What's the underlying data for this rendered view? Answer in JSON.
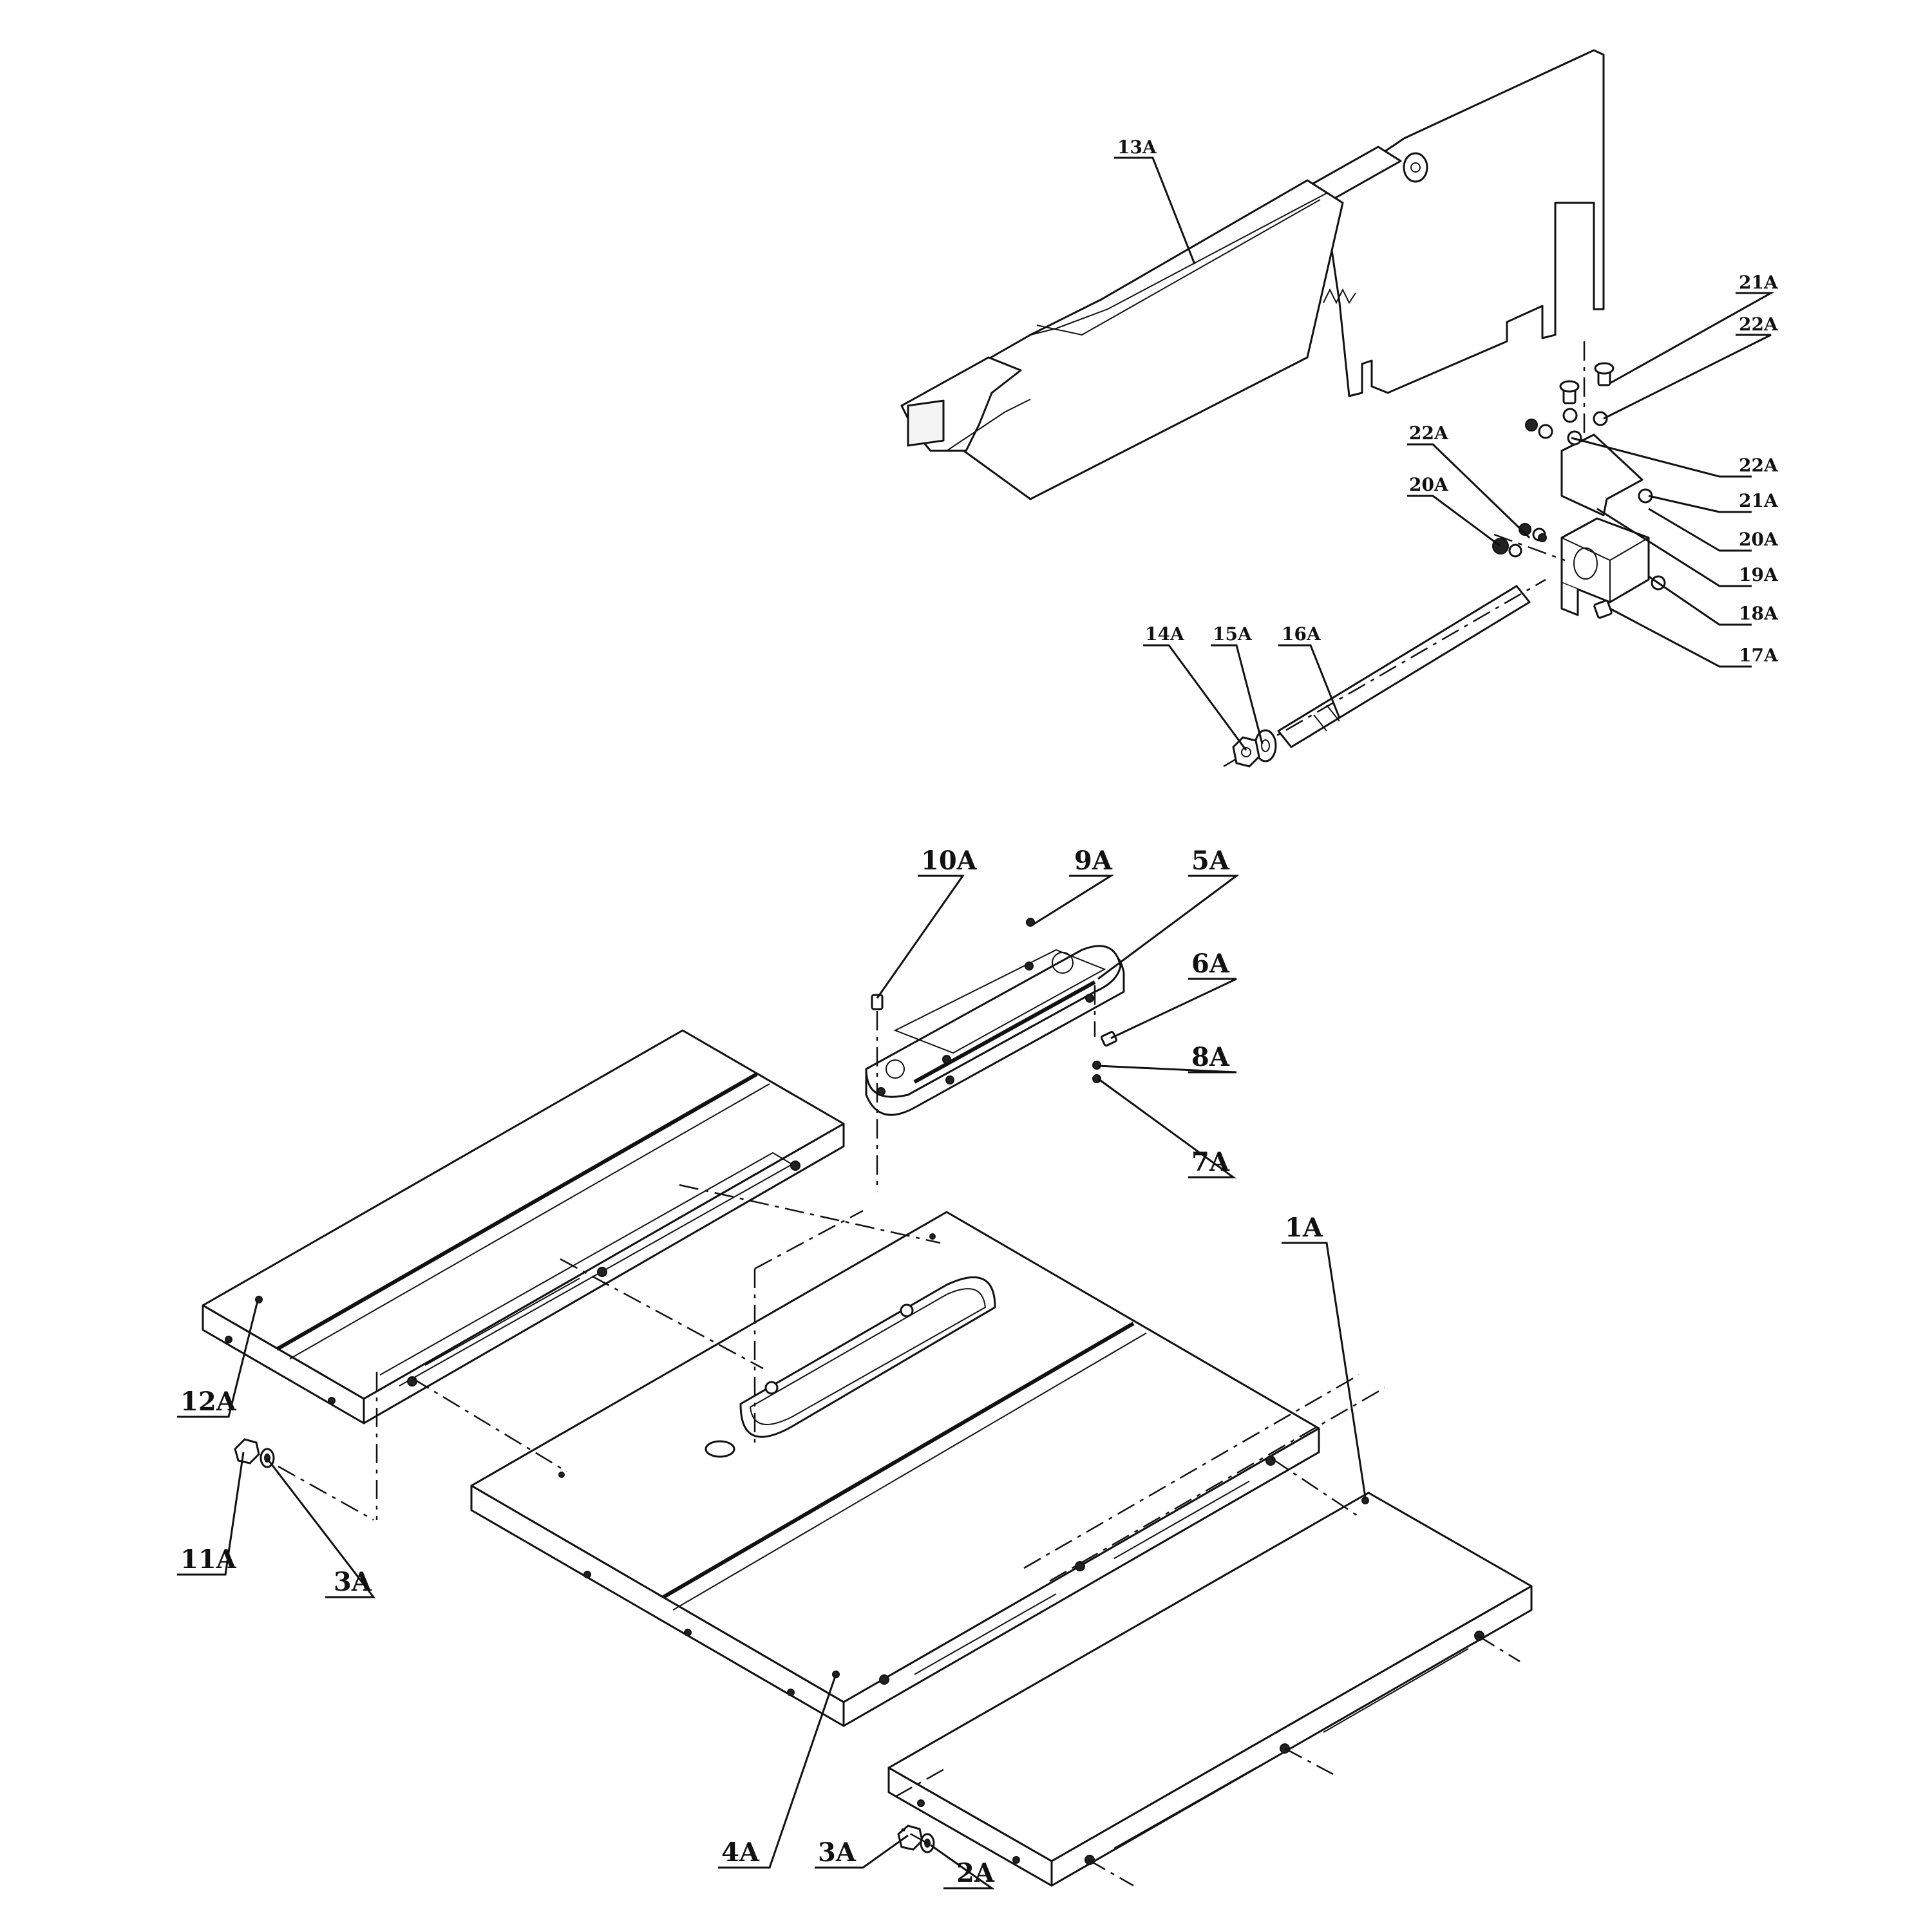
{
  "callouts": {
    "c13A": "13A",
    "c21A_top": "21A",
    "c22A_top": "22A",
    "c22A_right": "22A",
    "c21A_right": "21A",
    "c20A_right": "20A",
    "c19A": "19A",
    "c18A": "18A",
    "c17A": "17A",
    "c22A_left": "22A",
    "c20A_left": "20A",
    "c14A": "14A",
    "c15A": "15A",
    "c16A": "16A",
    "c10A": "10A",
    "c9A": "9A",
    "c5A": "5A",
    "c6A": "6A",
    "c8A": "8A",
    "c7A": "7A",
    "c1A": "1A",
    "c12A": "12A",
    "c11A": "11A",
    "c3A_left": "3A",
    "c4A": "4A",
    "c3A_bottom": "3A",
    "c2A": "2A"
  }
}
